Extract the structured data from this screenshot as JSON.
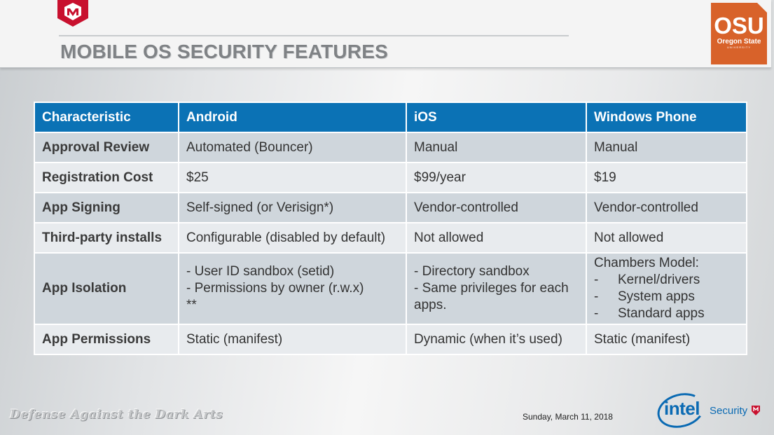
{
  "slide": {
    "title": "MOBILE OS SECURITY FEATURES",
    "footer_left": "Defense Against the Dark Arts",
    "date": "Sunday, March 11, 2018",
    "osu_logo": {
      "mark": "OSU",
      "name": "Oregon State",
      "sub": "UNIVERSITY"
    },
    "intel_logo": {
      "word": "intel",
      "suffix": "Security"
    }
  },
  "colors": {
    "header_blue": "#0b72b5",
    "row_dark": "#cfd6dc",
    "row_light": "#e8ebee",
    "osu_orange": "#d8622a",
    "mcafee_red": "#c8102e"
  },
  "icons": [
    "mcafee-shield-icon",
    "osu-logo",
    "intel-logo",
    "intel-security-shield-icon"
  ],
  "table": {
    "headers": [
      "Characteristic",
      "Android",
      "iOS",
      "Windows Phone"
    ],
    "rows": [
      {
        "label": "Approval Review",
        "android": "Automated (Bouncer)",
        "ios": "Manual",
        "windows": "Manual"
      },
      {
        "label": "Registration Cost",
        "android": "$25",
        "ios": "$99/year",
        "windows": "$19"
      },
      {
        "label": "App Signing",
        "android": "Self-signed (or Verisign*)",
        "ios": "Vendor-controlled",
        "windows": "Vendor-controlled"
      },
      {
        "label": "Third-party installs",
        "android": "Configurable (disabled by default)",
        "ios": "Not allowed",
        "windows": "Not allowed"
      },
      {
        "label": "App Isolation",
        "android": "- User ID sandbox (setid)\n- Permissions by owner (r.w.x)\n**",
        "ios": "- Directory sandbox\n- Same privileges for each apps.",
        "windows_heading": "Chambers Model:",
        "windows_items": [
          "Kernel/drivers",
          "System apps",
          "Standard apps"
        ]
      },
      {
        "label": "App Permissions",
        "android": "Static (manifest)",
        "ios": "Dynamic (when it’s used)",
        "windows": "Static (manifest)"
      }
    ]
  }
}
